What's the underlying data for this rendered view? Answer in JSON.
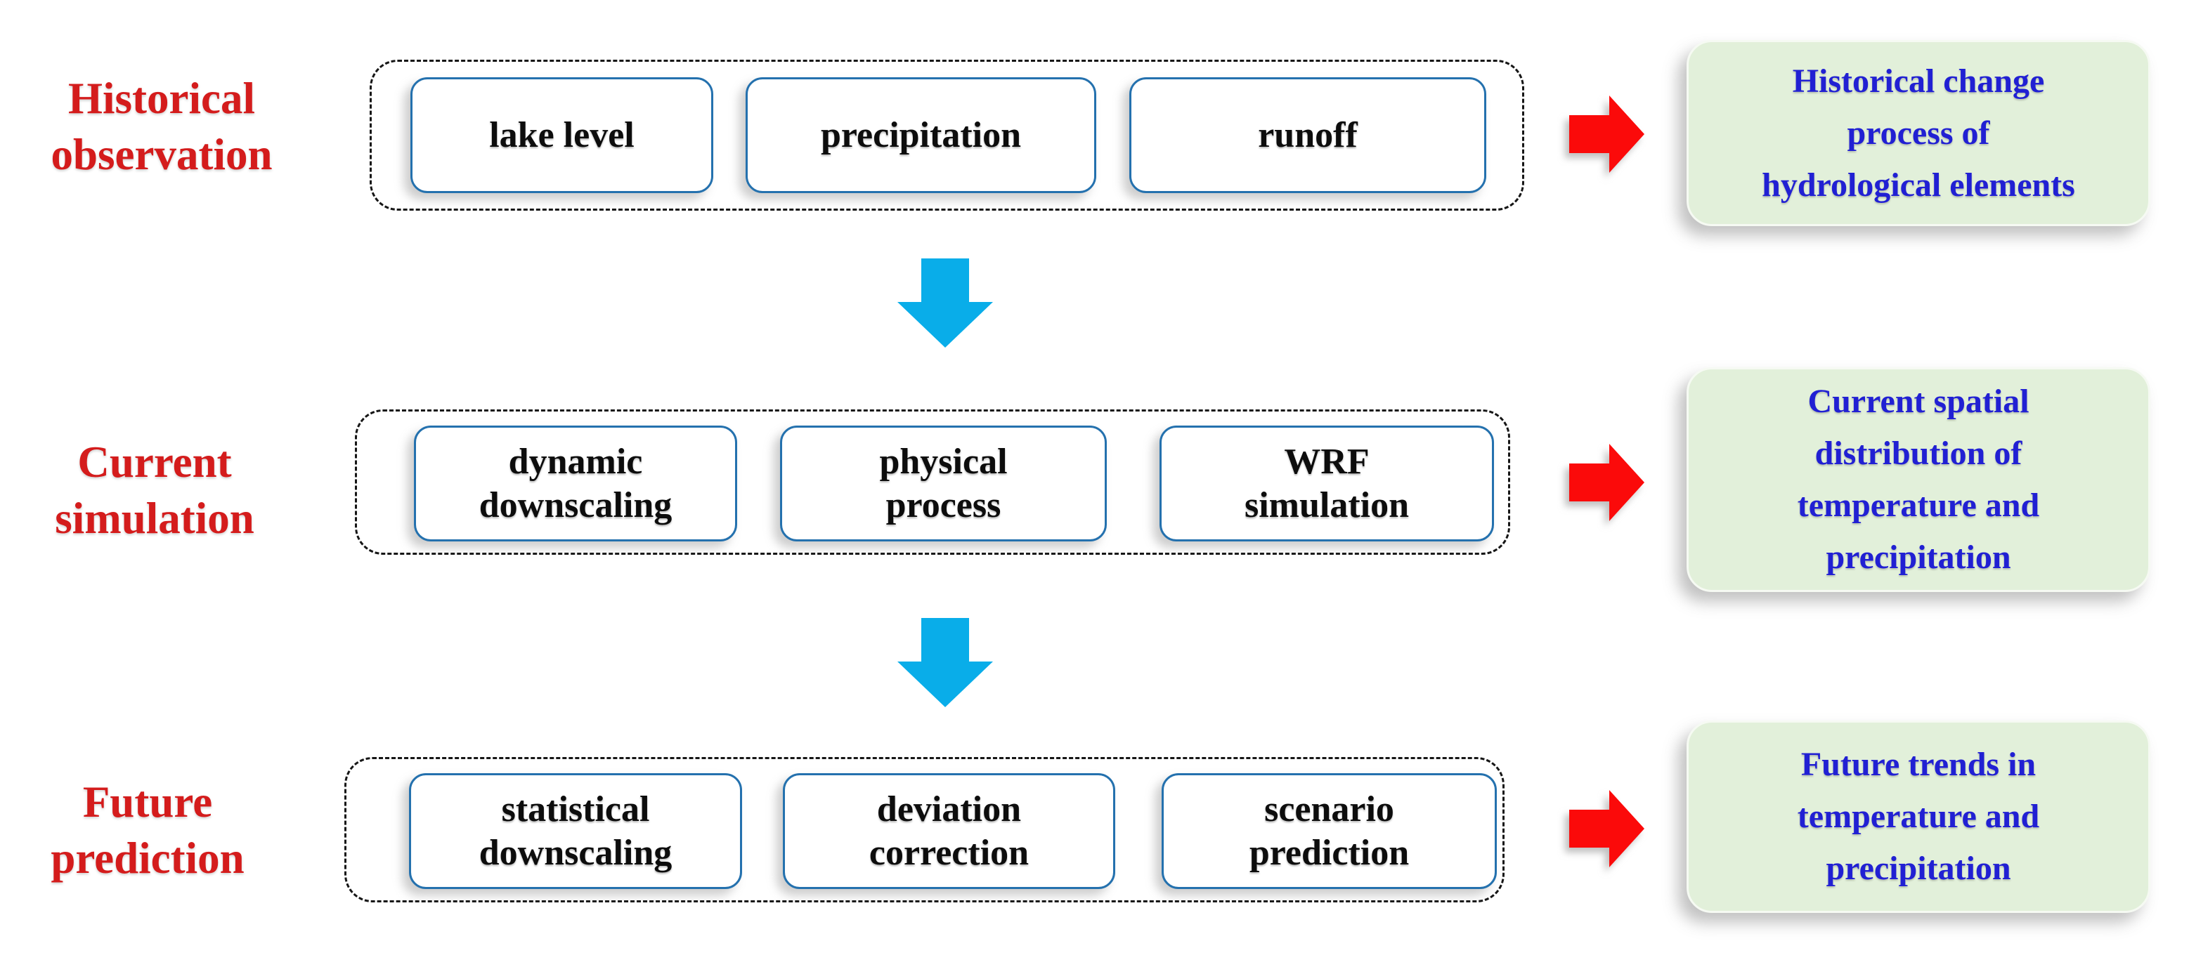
{
  "colors": {
    "label_red": "#d41c1c",
    "arrow_red": "#fb0a0a",
    "arrow_blue": "#09ade9",
    "outcome_bg": "#e2f0da",
    "outcome_text": "#2120d3",
    "item_border_blue": "#2471ae"
  },
  "rows": [
    {
      "label_lines": [
        "Historical",
        "observation"
      ],
      "items": [
        {
          "lines": [
            "lake level"
          ]
        },
        {
          "lines": [
            "precipitation"
          ]
        },
        {
          "lines": [
            "runoff"
          ]
        }
      ],
      "outcome_lines": [
        "Historical change",
        "process of",
        "hydrological elements"
      ]
    },
    {
      "label_lines": [
        "Current",
        "simulation"
      ],
      "items": [
        {
          "lines": [
            "dynamic",
            "downscaling"
          ]
        },
        {
          "lines": [
            "physical",
            "process"
          ]
        },
        {
          "lines": [
            "WRF",
            "simulation"
          ]
        }
      ],
      "outcome_lines": [
        "Current spatial",
        "distribution of",
        "temperature and",
        "precipitation"
      ]
    },
    {
      "label_lines": [
        "Future",
        "prediction"
      ],
      "items": [
        {
          "lines": [
            "statistical",
            "downscaling"
          ]
        },
        {
          "lines": [
            "deviation",
            "correction"
          ]
        },
        {
          "lines": [
            "scenario",
            "prediction"
          ]
        }
      ],
      "outcome_lines": [
        "Future trends in",
        "temperature and",
        "precipitation"
      ]
    }
  ]
}
